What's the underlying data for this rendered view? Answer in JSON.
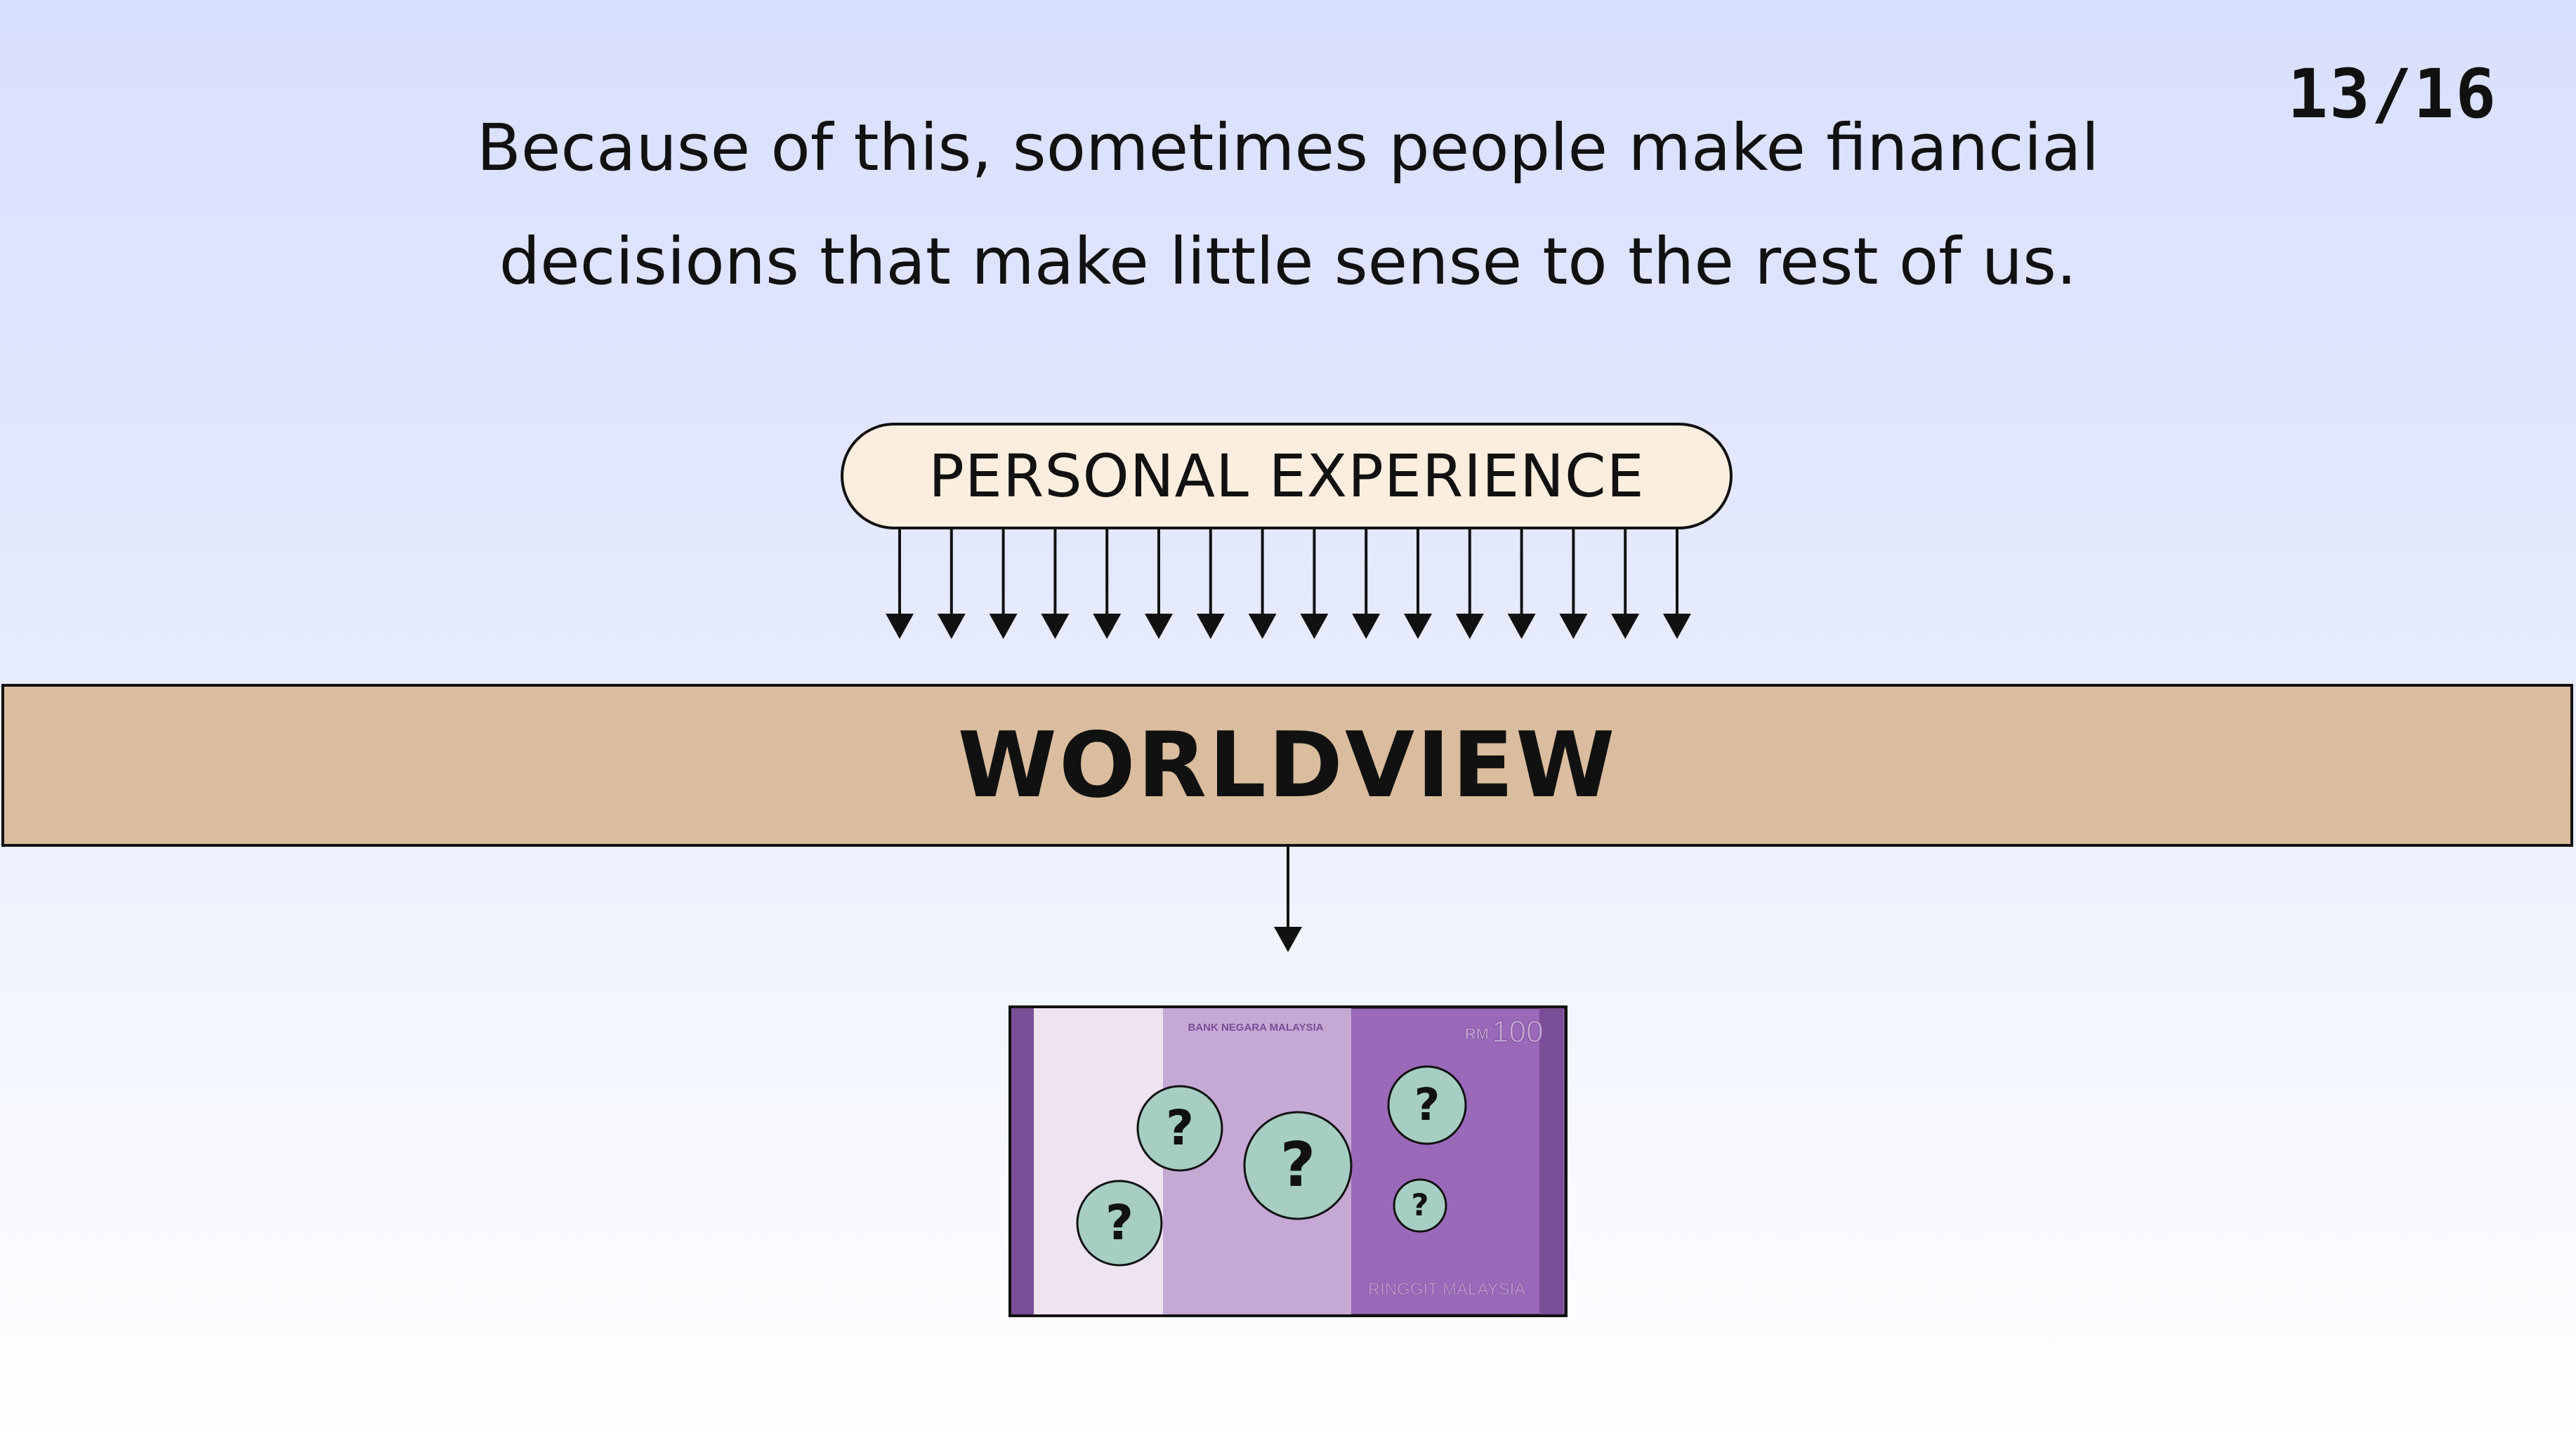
{
  "slide": {
    "counter": "13/16"
  },
  "caption": {
    "line1": "Because of this, sometimes people make financial",
    "line2": "decisions that make little sense to the rest of us."
  },
  "diagram": {
    "source_label": "PERSONAL EXPERIENCE",
    "band_label": "WORLDVIEW",
    "arrow_count": 16
  },
  "banknote": {
    "bank_name": "BANK NEGARA MALAYSIA",
    "currency_prefix": "RM",
    "denomination": "100",
    "currency_name": "RINGGIT MALAYSIA",
    "mark": "?",
    "question_mark_count": 5
  },
  "colors": {
    "pill_fill": "#fbeede",
    "band_fill": "#dabd9e",
    "note_dark": "#9b69b9",
    "note_mid": "#c5a8d4",
    "note_light": "#ede3f1",
    "bubble_fill": "#a6cec2"
  }
}
